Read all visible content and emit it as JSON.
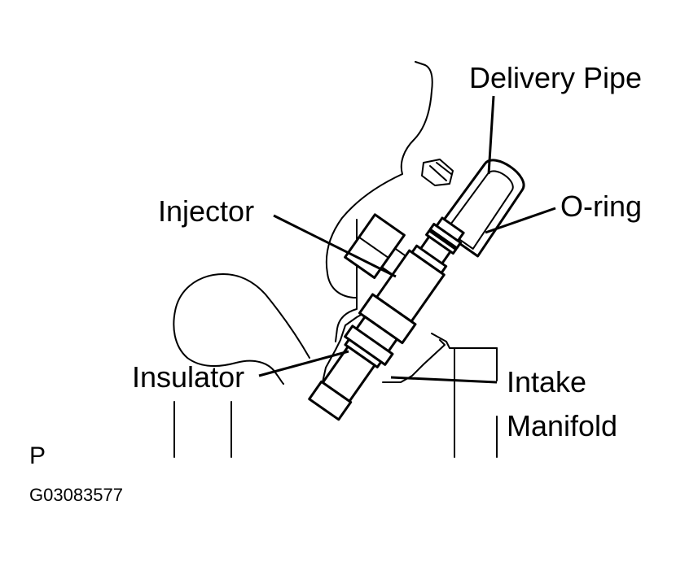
{
  "labels": {
    "delivery_pipe": "Delivery Pipe",
    "injector": "Injector",
    "o_ring": "O-ring",
    "insulator": "Insulator",
    "intake_line1": "Intake",
    "intake_line2": "Manifold",
    "view_letter": "P",
    "figure_code": "G03083577"
  },
  "colors": {
    "ink": "#000000",
    "paper": "#ffffff"
  }
}
